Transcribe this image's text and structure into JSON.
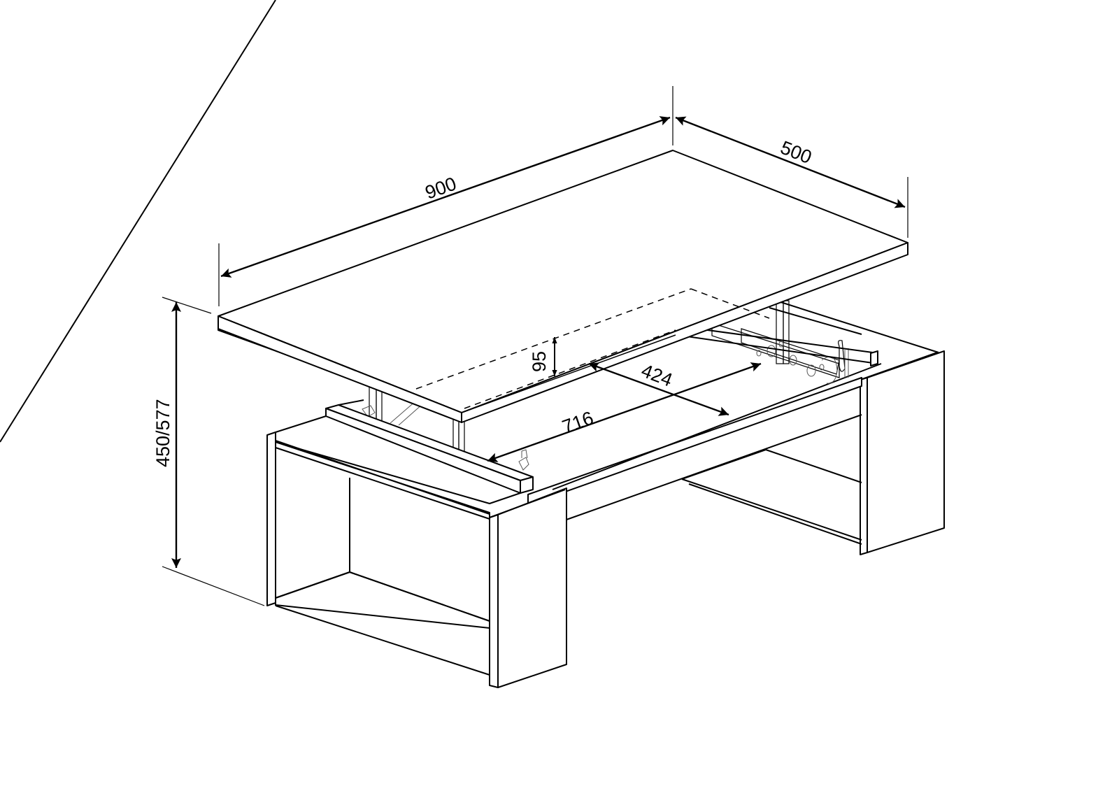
{
  "diagram": {
    "subject": "Lift-top coffee table, isometric dimension drawing",
    "line_color": "#000000",
    "background": "#ffffff",
    "dimensions": {
      "length": {
        "label": "900"
      },
      "depth": {
        "label": "500"
      },
      "height": {
        "label": "450/577"
      },
      "lift": {
        "label": "95"
      },
      "inner_length": {
        "label": "716"
      },
      "inner_depth": {
        "label": "424"
      }
    }
  }
}
